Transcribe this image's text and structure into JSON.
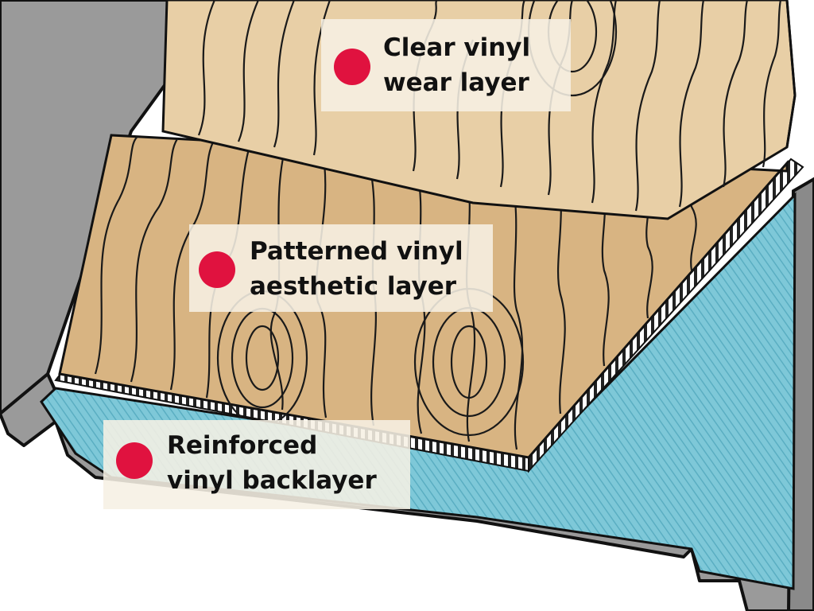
{
  "colors": {
    "backer_gray": "#9a9a9a",
    "outline": "#111111",
    "underlay_blue": "#7ec8d8",
    "wood_light": "#e8cfa6",
    "wood_mid": "#d8b482",
    "callout_dot": "#e0123f"
  },
  "callouts": [
    {
      "line1": "Clear vinyl",
      "line2": "wear layer"
    },
    {
      "line1": "Patterned vinyl",
      "line2": "aesthetic layer"
    },
    {
      "line1": "Reinforced",
      "line2": "vinyl backlayer"
    }
  ]
}
